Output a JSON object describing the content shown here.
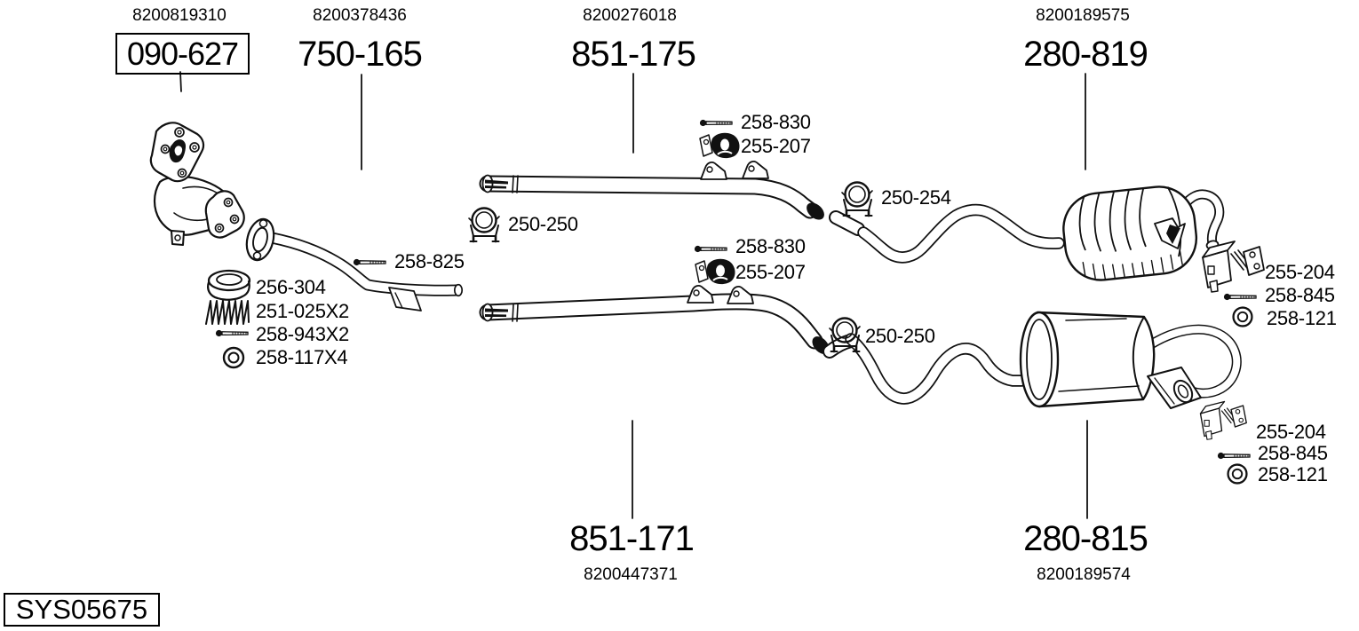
{
  "system_code": "SYS05675",
  "main_parts": {
    "manifold_pipe": {
      "number": "090-627",
      "oem": "8200819310"
    },
    "front_pipe": {
      "number": "750-165",
      "oem": "8200378436"
    },
    "center_pipe_upper": {
      "number": "851-175",
      "oem": "8200276018"
    },
    "rear_silencer_upper": {
      "number": "280-819",
      "oem": "8200189575"
    },
    "center_pipe_lower": {
      "number": "851-171",
      "oem": "8200447371"
    },
    "rear_silencer_lower": {
      "number": "280-815",
      "oem": "8200189574"
    }
  },
  "mounting_parts": {
    "bolt_258_825": "258-825",
    "gasket_256_304": "256-304",
    "spring_251_025": "251-025X2",
    "bolt_258_943": "258-943X2",
    "washer_258_117": "258-117X4",
    "clamp_250_250_upper": "250-250",
    "bolt_258_830_upper": "258-830",
    "rubber_mount_255_207_upper": "255-207",
    "clamp_250_254": "250-254",
    "bracket_255_204_upper": "255-204",
    "bolt_258_845_upper": "258-845",
    "washer_258_121_upper": "258-121",
    "bolt_258_830_lower": "258-830",
    "rubber_mount_255_207_lower": "255-207",
    "clamp_250_250_lower": "250-250",
    "bracket_255_204_lower": "255-204",
    "bolt_258_845_lower": "258-845",
    "washer_258_121_lower": "258-121"
  },
  "colors": {
    "line_art": "#111111",
    "background": "#ffffff",
    "text": "#000000"
  }
}
